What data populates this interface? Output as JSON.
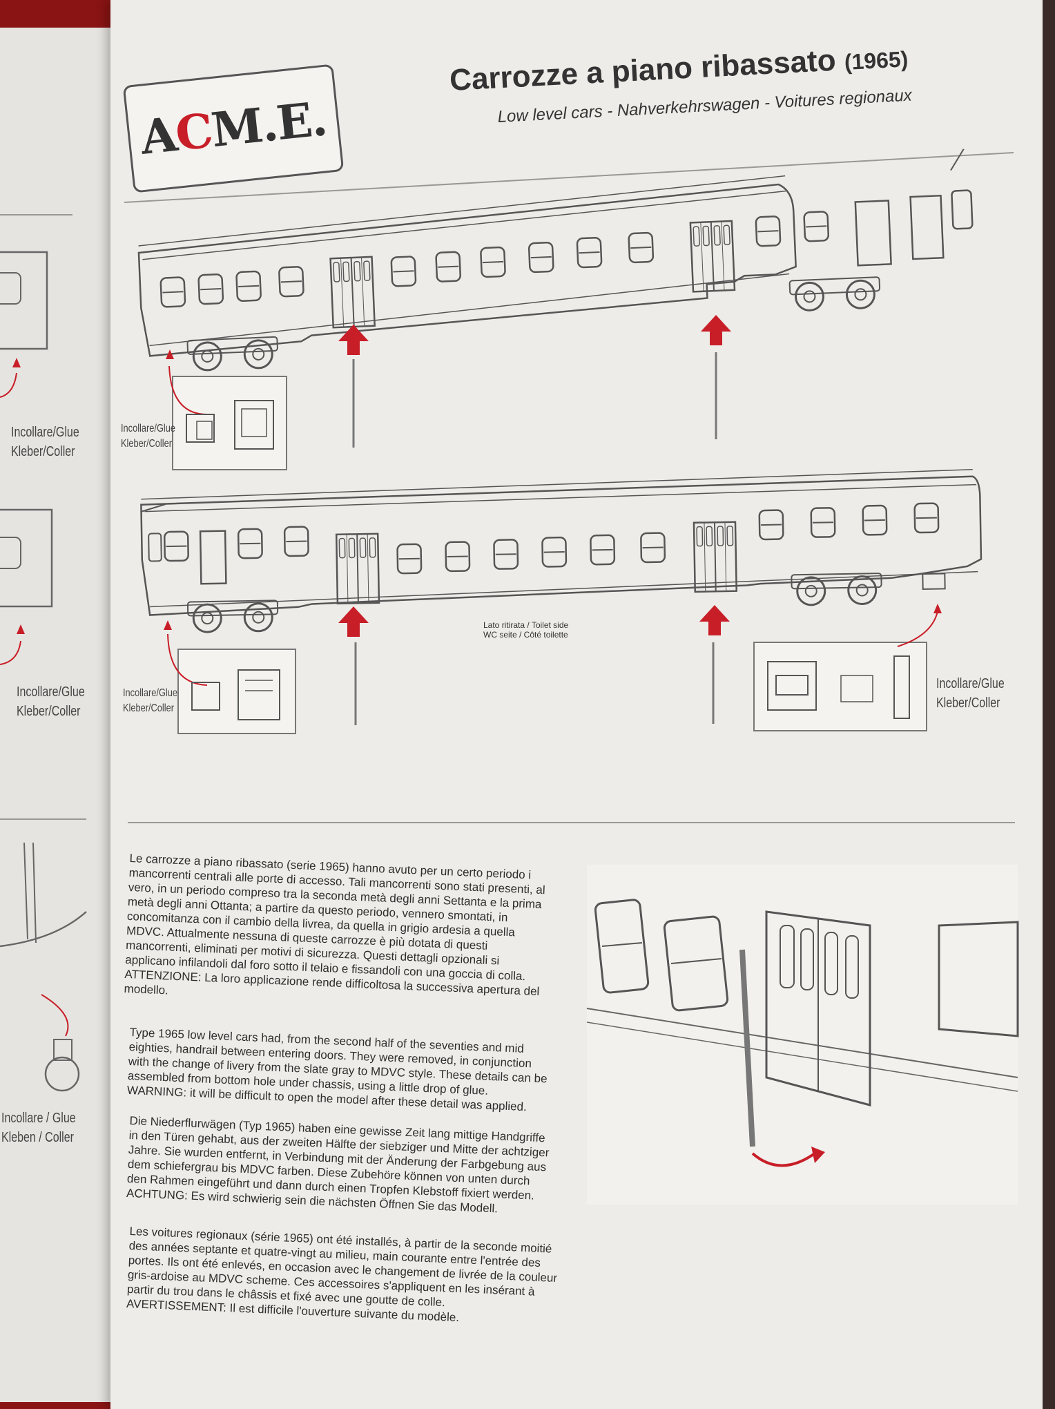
{
  "header": {
    "logo_text_a": "A",
    "logo_text_c": "C",
    "logo_text_rest": "M.E.",
    "title": "Carrozze a piano ribassato",
    "title_year": "(1965)",
    "subtitle": "Low level cars - Nahverkehrswagen - Voitures regionaux"
  },
  "labels": {
    "glue_main": [
      "Incollare/Glue",
      "Kleber/Coller"
    ],
    "glue_left_margin_1": [
      "Incollare/Glue",
      "Kleber/Coller"
    ],
    "glue_left_margin_2": [
      "Incollare/Glue",
      "Kleber/Coller"
    ],
    "glue_left_margin_3": [
      "Incollare / Glue",
      "Kleben / Coller"
    ],
    "glue_inset_1": [
      "Incollare/Glue",
      "Kleber/Coller"
    ],
    "glue_inset_2": [
      "Incollare/Glue",
      "Kleber/Coller"
    ],
    "toilet_side": [
      "Lato ritirata / Toilet side",
      "WC seite  / Côté toilette"
    ]
  },
  "text": {
    "italian": "Le carrozze a piano ribassato (serie 1965) hanno avuto per un certo periodo i mancorrenti centrali alle porte di accesso. Tali mancorrenti sono stati presenti, al vero, in un periodo compreso tra la seconda metà degli anni Settanta e la prima metà degli anni Ottanta; a partire da questo periodo, vennero smontati, in concomitanza con il cambio della livrea, da quella in grigio ardesia a quella MDVC. Attualmente nessuna di queste carrozze è più dotata di questi mancorrenti, eliminati per motivi di sicurezza. Questi dettagli opzionali  si applicano infilandoli dal foro sotto il telaio e fissandoli con una goccia di colla.",
    "italian_warning": "ATTENZIONE: La loro applicazione rende difficoltosa la successiva apertura del modello.",
    "english": "Type 1965 low level cars had, from the second half of the seventies and mid eighties, handrail between entering doors. They were removed, in conjunction with the change of livery from the slate gray to MDVC style. These details can be assembled from bottom hole under chassis, using a little drop of glue. WARNING: it will be difficult to open the model after these detail was applied.",
    "german": "Die Niederflurwägen (Typ 1965) haben eine gewisse Zeit lang mittige Handgriffe in den Türen gehabt, aus der zweiten Hälfte der siebziger und Mitte der achtziger Jahre. Sie wurden entfernt, in Verbindung mit der Änderung der Farbgebung aus dem schiefergrau bis MDVC farben. Diese Zubehöre können von unten durch den Rahmen eingeführt und dann durch einen Tropfen Klebstoff fixiert werden.",
    "german_warning": "ACHTUNG: Es wird schwierig sein die nächsten Öffnen Sie das Modell.",
    "french": "Les voitures regionaux (série 1965) ont été installés, à partir de la seconde moitié des années septante et quatre-vingt au milieu, main courante entre l'entrée des portes. Ils ont été enlevés, en occasion avec le changement de livrée de la couleur gris-ardoise au MDVC scheme. Ces accessoires s'appliquent en les insérant à partir du trou dans le châssis et fixé avec une goutte de colle.",
    "french_warning": "AVERTISSEMENT: Il est difficile l'ouverture suivante du modèle."
  },
  "colors": {
    "accent_red": "#c81e28",
    "line": "#555555",
    "paper": "#eeece8"
  }
}
